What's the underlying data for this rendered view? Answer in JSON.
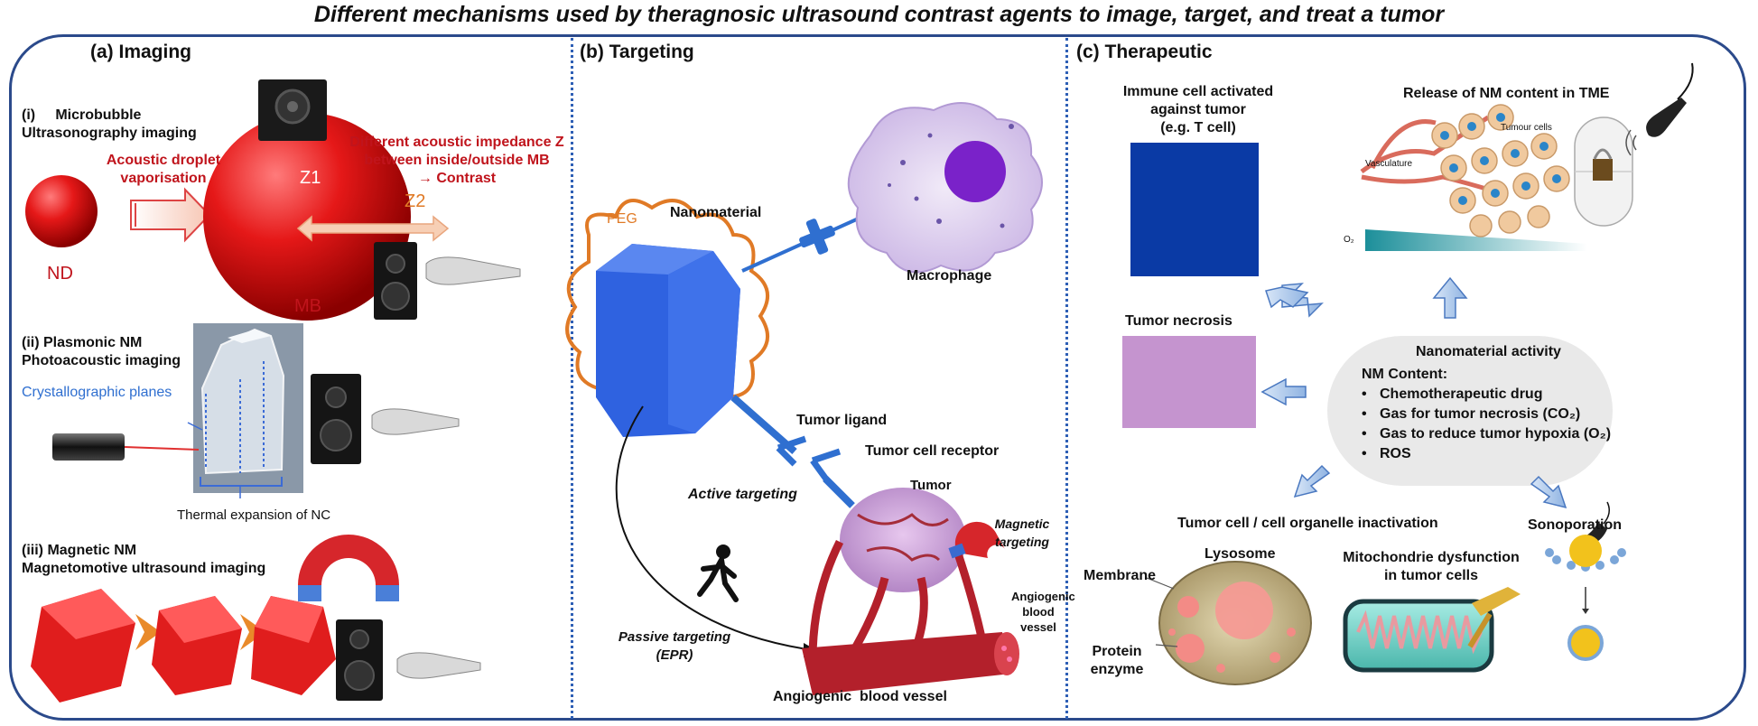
{
  "title": "Different mechanisms used by theragnosic ultrasound contrast agents to image, target, and treat a tumor",
  "imaging": {
    "panel_title": "(a) Imaging",
    "microbubble": {
      "heading_1": "(i)     Microbubble",
      "heading_2": "Ultrasonography imaging",
      "vaporisation_1": "Acoustic droplet",
      "vaporisation_2": "vaporisation",
      "impedance_1": "Different acoustic impedance Z",
      "impedance_2": "between inside/outside MB",
      "impedance_3": "→ Contrast",
      "z1": "Z1",
      "z2": "Z2",
      "nd": "ND",
      "mb": "MB"
    },
    "plasmonic": {
      "heading_1": "(ii) Plasmonic NM",
      "heading_2": "Photoacoustic imaging",
      "planes": "Crystallographic planes",
      "expansion": "Thermal expansion of NC"
    },
    "magnetic": {
      "heading_1": "(iii) Magnetic NM",
      "heading_2": "Magnetomotive ultrasound imaging"
    }
  },
  "targeting": {
    "panel_title": "(b) Targeting",
    "peg": "PEG",
    "nanomaterial": "Nanomaterial",
    "macrophage": "Macrophage",
    "tumor_ligand": "Tumor ligand",
    "tumor_receptor": "Tumor cell receptor",
    "active": "Active targeting",
    "tumor": "Tumor",
    "magnetic_1": "Magnetic",
    "magnetic_2": "targeting",
    "passive_1": "Passive targeting",
    "passive_2": "(EPR)",
    "angiogenic_small_1": "Angiogenic",
    "angiogenic_small_2": "blood",
    "angiogenic_small_3": "vessel",
    "angiogenic": "Angiogenic  blood vessel"
  },
  "therapeutic": {
    "panel_title": "(c) Therapeutic",
    "immune_1": "Immune cell activated",
    "immune_2": "against tumor",
    "immune_3": "(e.g. T cell)",
    "release": "Release of NM content in TME",
    "tumour_cells": "Tumour cells",
    "vasculature": "Vasculature",
    "o2": "O₂",
    "necrosis": "Tumor necrosis",
    "nm_activity": "Nanomaterial activity",
    "nm_content": "NM Content:",
    "items": [
      "Chemotherapeutic drug",
      "Gas for tumor necrosis (CO₂)",
      "Gas to reduce tumor hypoxia (O₂)",
      "ROS"
    ],
    "bullet": "•",
    "inactivation": "Tumor cell / cell organelle inactivation",
    "sonoporation": "Sonoporation",
    "lysosome": "Lysosome",
    "membrane": "Membrane",
    "protein_1": "Protein",
    "protein_2": "enzyme",
    "mito_1": "Mitochondrie dysfunction",
    "mito_2": "in tumor cells"
  },
  "colors": {
    "frame": "#2b4a8b",
    "divider": "#2e5fb5",
    "label_red": "#c0141c",
    "label_orange": "#e07a26",
    "label_blue": "#2f6fd0"
  }
}
